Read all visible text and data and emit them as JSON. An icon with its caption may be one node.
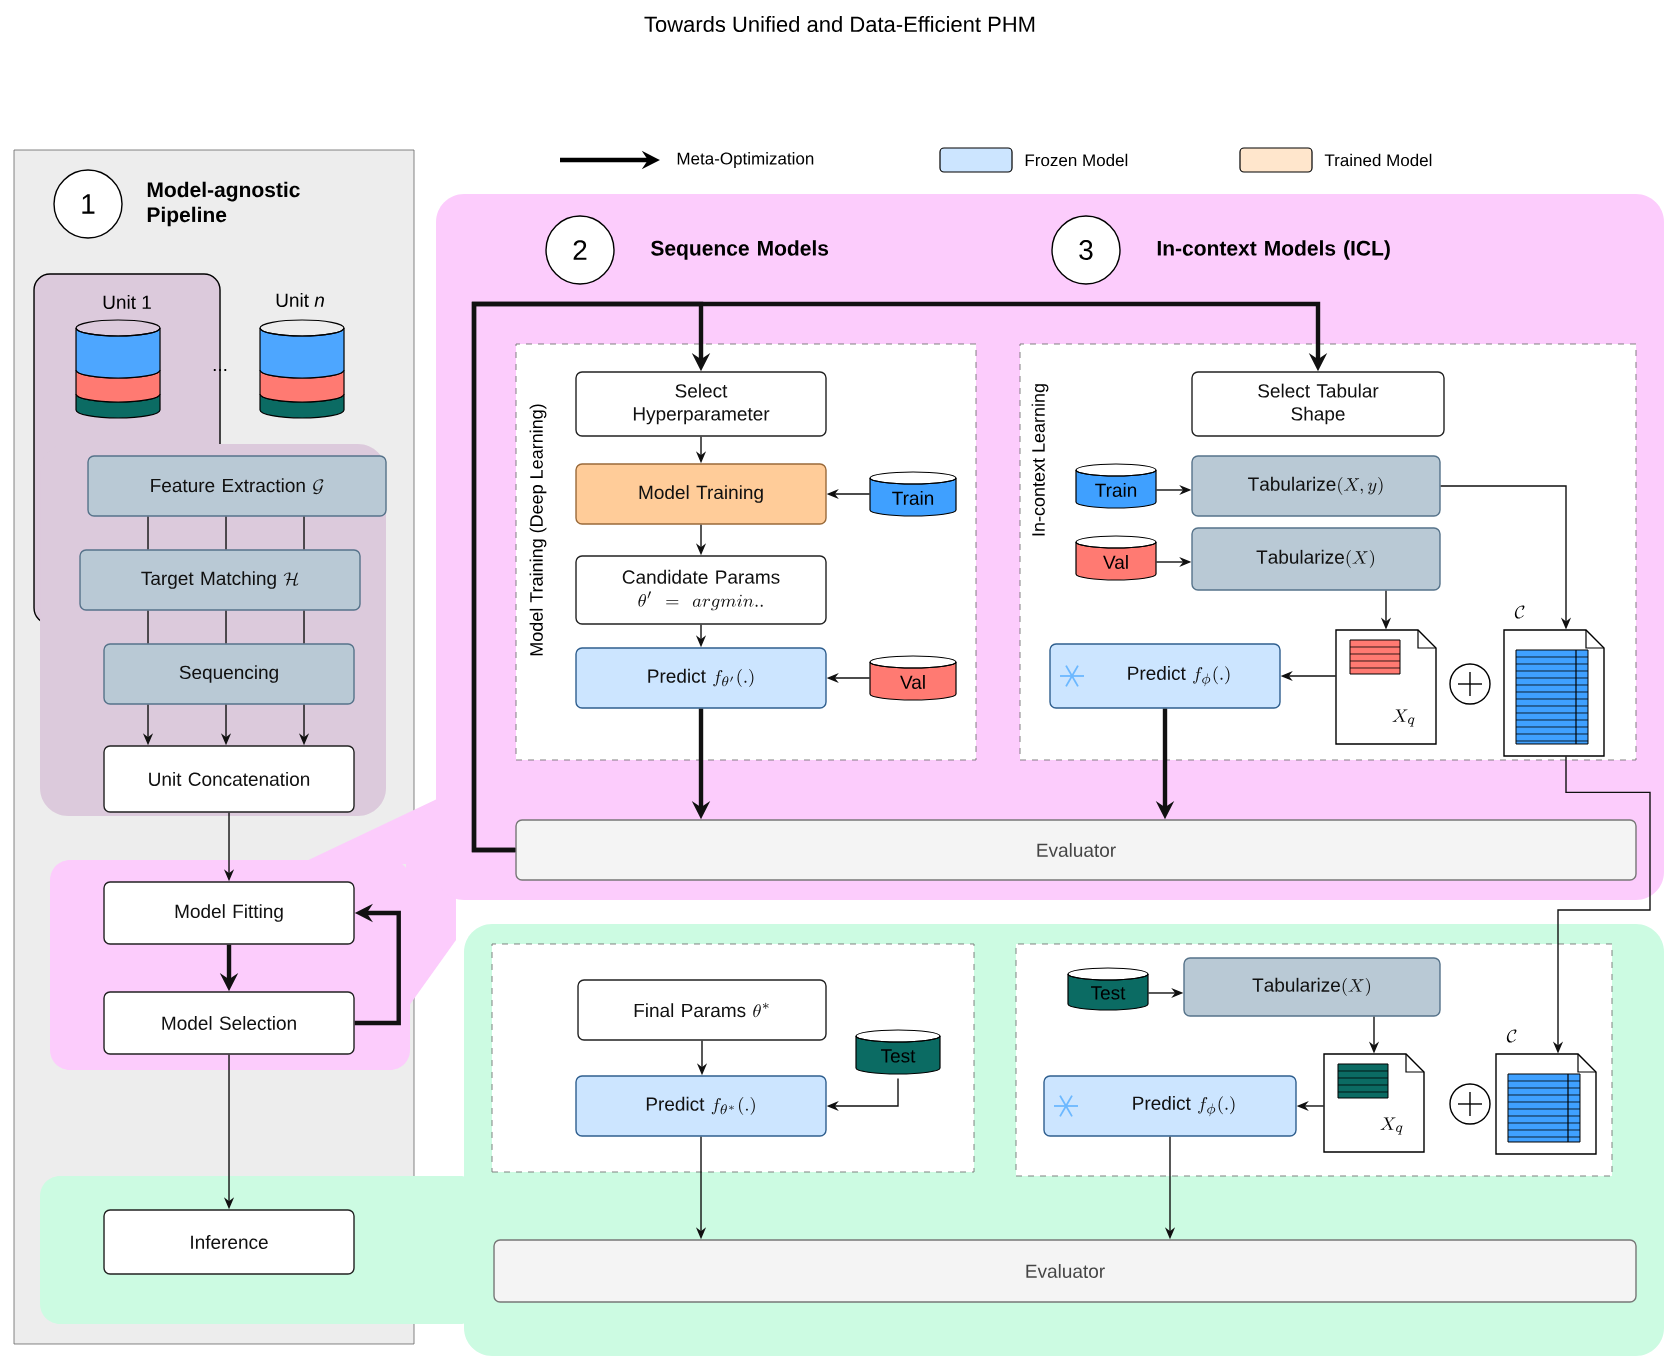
{
  "diagram": {
    "title": "Towards Unified and Data-Efficient PHM",
    "nodes": [
      {
        "text": [],
        "shape": "box"
      },
      {
        "text": [
          "1"
        ],
        "in": 0,
        "beside": [
          "Model-agnostic Pipeline"
        ]
      },
      {
        "text": [
          "Unit 1"
        ],
        "in": 0
      },
      {
        "text": [],
        "shape": "box",
        "in": 0
      },
      {
        "text": [],
        "shape": "cylinder",
        "in": 2
      },
      {
        "text": [],
        "shape": "cylinder",
        "in": 0
      },
      {
        "text": [
          "Feature Extraction",
          "\\mathcal{G}"
        ],
        "in": 3
      },
      {
        "text": [
          "Target Matching",
          "\\mathcal{H}"
        ],
        "in": 3
      },
      {
        "text": [
          "Sequencing"
        ],
        "in": 3
      },
      {
        "text": [
          "Unit Concatenation"
        ],
        "in": 3
      },
      {
        "text": [
          "Model Fitting"
        ],
        "in": 0
      },
      {
        "text": [
          "Model Selection"
        ],
        "in": 0
      },
      {
        "text": [
          "Inference"
        ],
        "in": 0
      },
      {
        "text": [],
        "shape": "box"
      },
      {
        "text": [
          "2"
        ],
        "in": 13,
        "beside": [
          "Sequence Models"
        ]
      },
      {
        "text": [
          "3"
        ],
        "in": 13,
        "beside": [
          "In-context Models (ICL)"
        ]
      },
      {
        "text": [
          "Model Training (Deep Learning)"
        ],
        "in": 13
      },
      {
        "text": [
          "Select Hyperparameter"
        ],
        "in": 16
      },
      {
        "text": [
          "Model Training"
        ],
        "in": 16
      },
      {
        "text": [
          "Train"
        ],
        "in": 16
      },
      {
        "text": [
          "Candidate Params",
          "\\theta' = argmin.."
        ],
        "in": 16
      },
      {
        "text": [
          "Predict",
          "f_{\\theta'}(.)"
        ],
        "in": 16
      },
      {
        "text": [
          "Val"
        ],
        "in": 16
      },
      {
        "text": [
          "In-context Learning"
        ],
        "in": 13
      },
      {
        "text": [
          "Select Tabular Shape"
        ],
        "in": 23
      },
      {
        "text": [
          "Train"
        ],
        "in": 23
      },
      {
        "text": [
          "\\mathrm{Tabularize}(X,y)"
        ],
        "in": 23
      },
      {
        "text": [
          "Val"
        ],
        "in": 23
      },
      {
        "text": [
          "\\mathrm{Tabularize}(X)"
        ],
        "in": 23
      },
      {
        "text": [
          "X_q"
        ],
        "in": 23
      },
      {
        "text": [
          "\\mathcal{C}"
        ],
        "in": 23
      },
      {
        "text": [
          "Predict",
          "f_{\\phi}(.)"
        ],
        "in": 23
      },
      {
        "text": [
          "Evaluator"
        ],
        "in": 13
      },
      {
        "text": [],
        "shape": "box"
      },
      {
        "text": [],
        "shape": "box",
        "in": 33
      },
      {
        "text": [
          "Final Params",
          "\\theta^*"
        ],
        "in": 34
      },
      {
        "text": [
          "Predict",
          "f_{\\theta^*}(.)"
        ],
        "in": 34
      },
      {
        "text": [
          "Test"
        ],
        "in": 34
      },
      {
        "text": [],
        "shape": "box",
        "in": 33
      },
      {
        "text": [
          "Test"
        ],
        "in": 38
      },
      {
        "text": [
          "\\mathrm{Tabularize}(X)"
        ],
        "in": 38
      },
      {
        "text": [
          "X_q"
        ],
        "in": 38
      },
      {
        "text": [
          "\\mathcal{C}"
        ],
        "in": 38
      },
      {
        "text": [
          "Predict",
          "f_{\\phi}(.)"
        ],
        "in": 38
      },
      {
        "text": [
          "Evaluator"
        ],
        "in": 33
      }
    ],
    "edges": [
      {
        "from": 6,
        "to": 7,
        "arrow": "none"
      },
      {
        "from": 6,
        "to": 7,
        "arrow": "none"
      },
      {
        "from": 6,
        "to": 7,
        "arrow": "none"
      },
      {
        "from": 7,
        "to": 8,
        "arrow": "none"
      },
      {
        "from": 7,
        "to": 8,
        "arrow": "none"
      },
      {
        "from": 7,
        "to": 8,
        "arrow": "none"
      },
      {
        "from": 8,
        "to": 9,
        "arrow": "to"
      },
      {
        "from": 8,
        "to": 9,
        "arrow": "to"
      },
      {
        "from": 8,
        "to": 9,
        "arrow": "to"
      },
      {
        "from": 9,
        "to": 10,
        "arrow": "to"
      },
      {
        "from": 10,
        "to": 11,
        "arrow": "to",
        "style": "thick"
      },
      {
        "from": 11,
        "to": 10,
        "arrow": "to",
        "style": "thick"
      },
      {
        "from": 11,
        "to": 12,
        "arrow": "to"
      },
      {
        "from": 32,
        "to": 17,
        "arrow": "to",
        "style": "thick"
      },
      {
        "from": 32,
        "to": 24,
        "arrow": "to",
        "style": "thick"
      },
      {
        "from": 17,
        "to": 18,
        "arrow": "to"
      },
      {
        "from": 19,
        "to": 18,
        "arrow": "to"
      },
      {
        "from": 18,
        "to": 20,
        "arrow": "to"
      },
      {
        "from": 20,
        "to": 21,
        "arrow": "to"
      },
      {
        "from": 22,
        "to": 21,
        "arrow": "to"
      },
      {
        "from": 21,
        "to": 32,
        "arrow": "to",
        "style": "thick"
      },
      {
        "from": 25,
        "to": 26,
        "arrow": "to"
      },
      {
        "from": 27,
        "to": 28,
        "arrow": "to"
      },
      {
        "from": 26,
        "to": 30,
        "arrow": "to"
      },
      {
        "from": 28,
        "to": 29,
        "arrow": "to"
      },
      {
        "from": 29,
        "to": 31,
        "arrow": "to"
      },
      {
        "from": 31,
        "to": 32,
        "arrow": "to",
        "style": "thick"
      },
      {
        "from": 30,
        "to": 42,
        "arrow": "to"
      },
      {
        "from": 35,
        "to": 36,
        "arrow": "to"
      },
      {
        "from": 37,
        "to": 36,
        "arrow": "to"
      },
      {
        "from": 36,
        "to": 44,
        "arrow": "to"
      },
      {
        "from": 39,
        "to": 40,
        "arrow": "to"
      },
      {
        "from": 40,
        "to": 41,
        "arrow": "to"
      },
      {
        "from": 41,
        "to": 43,
        "arrow": "to"
      },
      {
        "from": 43,
        "to": 44,
        "arrow": "to"
      }
    ],
    "labels": [
      "Unit *n*",
      "..."
    ],
    "legend": [
      {
        "text": "Meta-Optimization"
      },
      {
        "text": "Frozen Model",
        "color": "#cce5ff"
      },
      {
        "text": "Trained Model",
        "color": "#ffe6cc"
      }
    ]
  }
}
